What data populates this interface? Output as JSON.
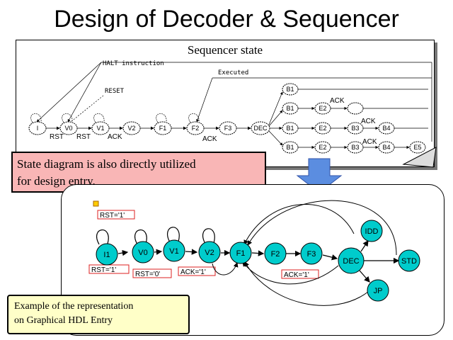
{
  "title": "Design of Decoder & Sequencer",
  "sequencer": {
    "title": "Sequencer state",
    "halt_label": "HALT instruction",
    "executed_label": "Executed",
    "reset_label": "RESET",
    "states": [
      "I",
      "V0",
      "V1",
      "V2",
      "F1",
      "F2",
      "F3",
      "DEC",
      "B1",
      "B1",
      "B1",
      "B1",
      "E2",
      "E2",
      "E2",
      "B3",
      "B3",
      "B4",
      "B4",
      "E5"
    ],
    "transitions": [
      "RST",
      "RST",
      "ACK",
      "ACK",
      "ACK",
      "ACK",
      "ACK"
    ]
  },
  "callout_pink": {
    "line1": "State diagram is also directly utilized",
    "line2": "for design entry."
  },
  "hdl": {
    "states": [
      "I1",
      "V0",
      "V1",
      "V2",
      "F1",
      "F2",
      "F3",
      "DEC",
      "IDD",
      "JP",
      "STD"
    ],
    "conditions": [
      "RST='1'",
      "RST='1'",
      "RST='0'",
      "ACK='1'",
      "ACK='1'"
    ]
  },
  "callout_yellow": {
    "line1": "Example of the representation",
    "line2": "on Graphical HDL Entry"
  },
  "colors": {
    "state_fill": "#00cccc",
    "callout_pink": "#f9b6b6",
    "callout_yellow": "#ffffc8",
    "arrow_blue": "#5b8de0",
    "condition_box": "#dd2222"
  }
}
